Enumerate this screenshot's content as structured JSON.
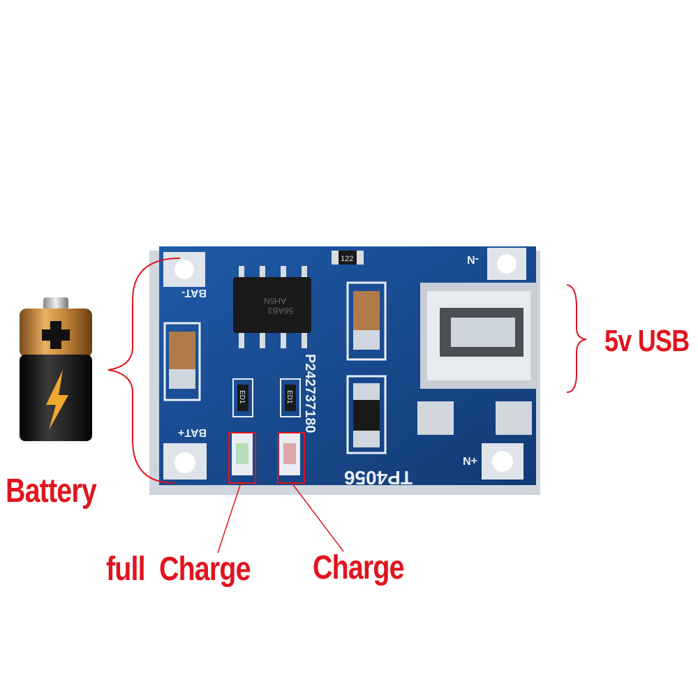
{
  "labels": {
    "battery": "Battery",
    "usb": "5v USB",
    "full_charge": "full  Charge",
    "charge": "Charge"
  },
  "board": {
    "model": "TP4056",
    "bat_minus": "BAT-",
    "bat_plus": "BAT+",
    "in_minus": "-N",
    "in_plus": "+N",
    "serial": "P242737180",
    "resistor_top": "122",
    "led_marking": "ED1",
    "chip_marking_1": "AH5N",
    "chip_marking_2": "56AB3"
  },
  "colors": {
    "pcb": "#1b4a8c",
    "annotation": "#e0141e",
    "battery_gold": "#c98a3a",
    "battery_dark": "#1a1a1a"
  },
  "icons": {
    "battery": "battery-icon",
    "bolt": "lightning-bolt-icon",
    "plus": "plus-icon"
  }
}
